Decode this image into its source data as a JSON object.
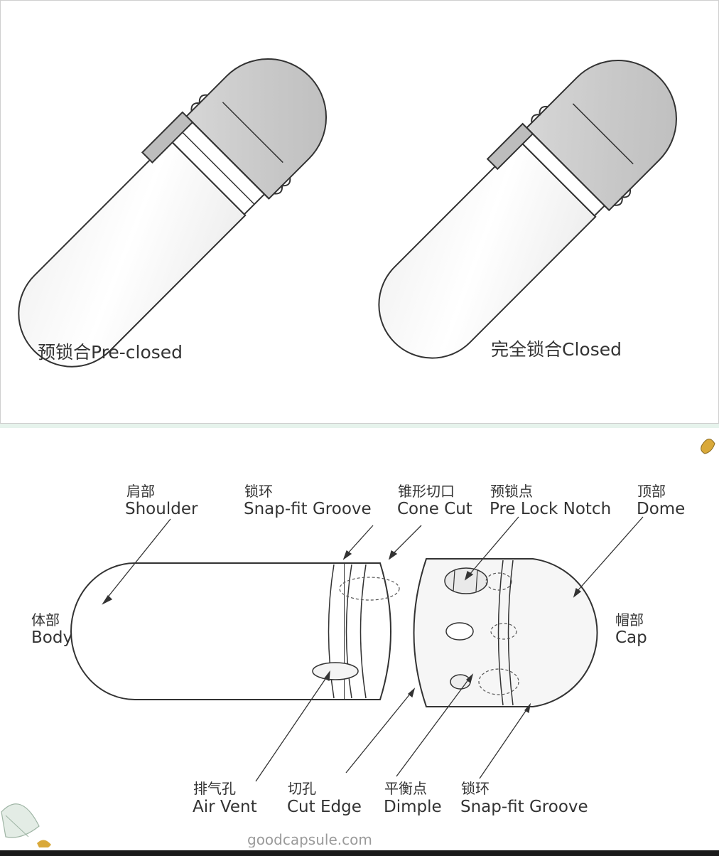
{
  "top": {
    "pre_closed_label": "预锁合Pre-closed",
    "closed_label": "完全锁合Closed"
  },
  "labels": {
    "shoulder": {
      "cn": "肩部",
      "en": "Shoulder"
    },
    "snap_fit_groove_top": {
      "cn": "锁环",
      "en": "Snap-fit Groove"
    },
    "cone_cut": {
      "cn": "锥形切口",
      "en": "Cone Cut"
    },
    "pre_lock_notch": {
      "cn": "预锁点",
      "en": "Pre Lock Notch"
    },
    "dome": {
      "cn": "顶部",
      "en": "Dome"
    },
    "body": {
      "cn": "体部",
      "en": "Body"
    },
    "cap": {
      "cn": "帽部",
      "en": "Cap"
    },
    "air_vent": {
      "cn": "排气孔",
      "en": "Air Vent"
    },
    "cut_edge": {
      "cn": "切孔",
      "en": "Cut Edge"
    },
    "dimple": {
      "cn": "平衡点",
      "en": "Dimple"
    },
    "snap_fit_groove_bottom": {
      "cn": "锁环",
      "en": "Snap-fit Groove"
    }
  },
  "watermark": "goodcapsule.com",
  "colors": {
    "outline": "#333333",
    "cap_fill": "#cccccc",
    "body_fill": "#ffffff",
    "separator": "#e6f3ec",
    "leaf": "#d9a93a"
  }
}
